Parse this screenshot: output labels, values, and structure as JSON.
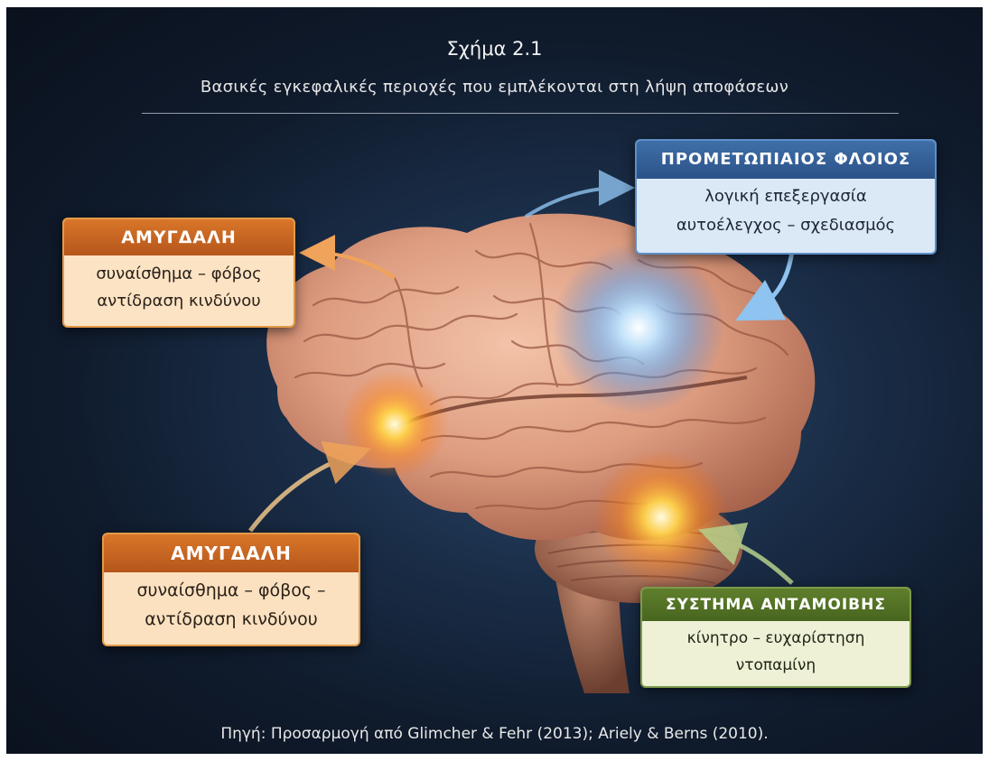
{
  "figure": {
    "title": "Σχήμα 2.1",
    "subtitle": "Βασικές εγκεφαλικές περιοχές που εμπλέκονται στη λήψη αποφάσεων",
    "source": "Πηγή: Προσαρμογή από Glimcher & Fehr (2013); Ariely & Berns (2010)."
  },
  "labels": {
    "amygdala_top": {
      "heading": "ΑΜΥΓΔΑΛΗ",
      "line1": "συναίσθημα – φόβος",
      "line2": "αντίδραση κινδύνου"
    },
    "amygdala_bottom": {
      "heading": "ΑΜΥΓΔΑΛΗ",
      "line1": "συναίσθημα – φόβος –",
      "line2": "αντίδραση κινδύνου"
    },
    "prefrontal": {
      "heading": "ΠΡΟΜΕΤΩΠΙΑΙΟΣ ΦΛΟΙΟΣ",
      "line1": "λογική επεξεργασία",
      "line2": "αυτοέλεγχος – σχεδιασμός"
    },
    "reward": {
      "heading": "ΣΥΣΤΗΜΑ ΑΝΤΑΜΟΙΒΗΣ",
      "line1": "κίνητρο – ευχαρίστηση",
      "line2": "ντοπαμίνη"
    }
  },
  "colors": {
    "amygdala_accent": "#d9762a",
    "prefrontal_accent": "#3f6fa8",
    "reward_accent": "#5f7f2c",
    "brain_tissue": "#e4a58a",
    "glow_orange": "#ffd24a",
    "glow_blue": "#bfe4ff"
  },
  "icons": {
    "brain": "brain-illustration",
    "arrows": "curved-arrow"
  }
}
